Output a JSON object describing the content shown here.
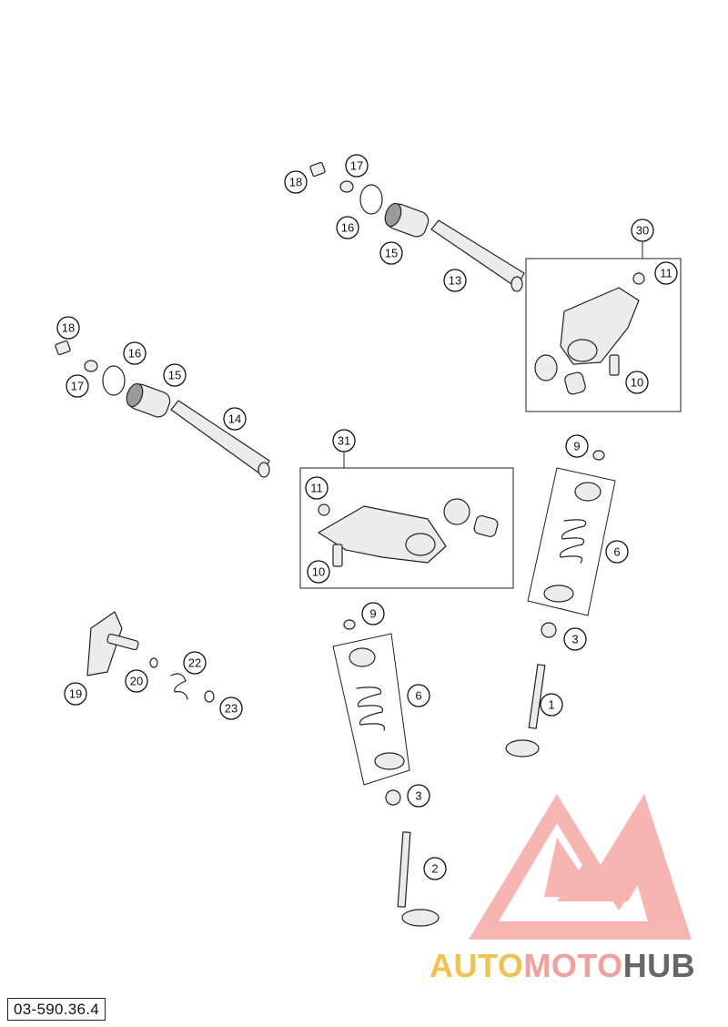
{
  "diagram": {
    "id_label": "03-590.36.4",
    "watermark": {
      "text_part1": "AUTO",
      "text_part2": "MOTO",
      "text_part3": "HUB",
      "logo_icon": "triangle-m-logo-icon",
      "colors": {
        "yellow": "#f2c24a",
        "pink": "#f3a09a",
        "gray": "#666666"
      }
    },
    "callouts": [
      {
        "key": "c18a",
        "label": "18"
      },
      {
        "key": "c17a",
        "label": "17"
      },
      {
        "key": "c16a",
        "label": "16"
      },
      {
        "key": "c15a",
        "label": "15"
      },
      {
        "key": "c13",
        "label": "13"
      },
      {
        "key": "c30",
        "label": "30"
      },
      {
        "key": "c11a",
        "label": "11"
      },
      {
        "key": "c10a",
        "label": "10"
      },
      {
        "key": "c18b",
        "label": "18"
      },
      {
        "key": "c16b",
        "label": "16"
      },
      {
        "key": "c17b",
        "label": "17"
      },
      {
        "key": "c15b",
        "label": "15"
      },
      {
        "key": "c14",
        "label": "14"
      },
      {
        "key": "c31",
        "label": "31"
      },
      {
        "key": "c11b",
        "label": "11"
      },
      {
        "key": "c10b",
        "label": "10"
      },
      {
        "key": "c9a",
        "label": "9"
      },
      {
        "key": "c6a",
        "label": "6"
      },
      {
        "key": "c3a",
        "label": "3"
      },
      {
        "key": "c1",
        "label": "1"
      },
      {
        "key": "c9b",
        "label": "9"
      },
      {
        "key": "c6b",
        "label": "6"
      },
      {
        "key": "c3b",
        "label": "3"
      },
      {
        "key": "c2",
        "label": "2"
      },
      {
        "key": "c19",
        "label": "19"
      },
      {
        "key": "c20",
        "label": "20"
      },
      {
        "key": "c22",
        "label": "22"
      },
      {
        "key": "c23",
        "label": "23"
      }
    ]
  }
}
